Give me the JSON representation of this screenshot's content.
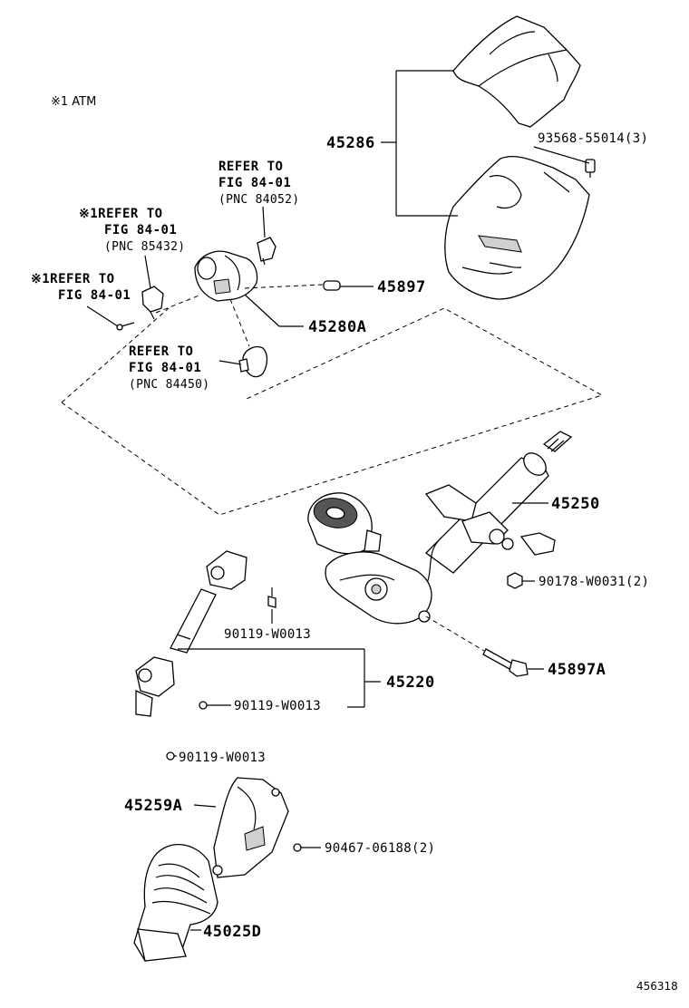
{
  "note": "※1 ATM",
  "figure_number": "456318",
  "parts": {
    "p45286": "45286",
    "p93568": "93568-55014(3)",
    "p45897": "45897",
    "p45280A": "45280A",
    "p45250": "45250",
    "p90178": "90178-W0031(2)",
    "p45897A": "45897A",
    "p90119a": "90119-W0013",
    "p45220": "45220",
    "p90119b": "90119-W0013",
    "p90119c": "90119-W0013",
    "p45259A": "45259A",
    "p90467": "90467-06188(2)",
    "p45025D": "45025D"
  },
  "references": {
    "ref_84052": {
      "line1": "REFER TO",
      "line2": "FIG 84-01",
      "pnc": "(PNC 84052)"
    },
    "ref_85432": {
      "line1": "※1REFER TO",
      "line2": "FIG 84-01",
      "pnc": "(PNC 85432)"
    },
    "ref_atm2": {
      "line1": "※1REFER TO",
      "line2": "FIG 84-01"
    },
    "ref_84450": {
      "line1": "REFER TO",
      "line2": "FIG 84-01",
      "pnc": "(PNC 84450)"
    }
  }
}
